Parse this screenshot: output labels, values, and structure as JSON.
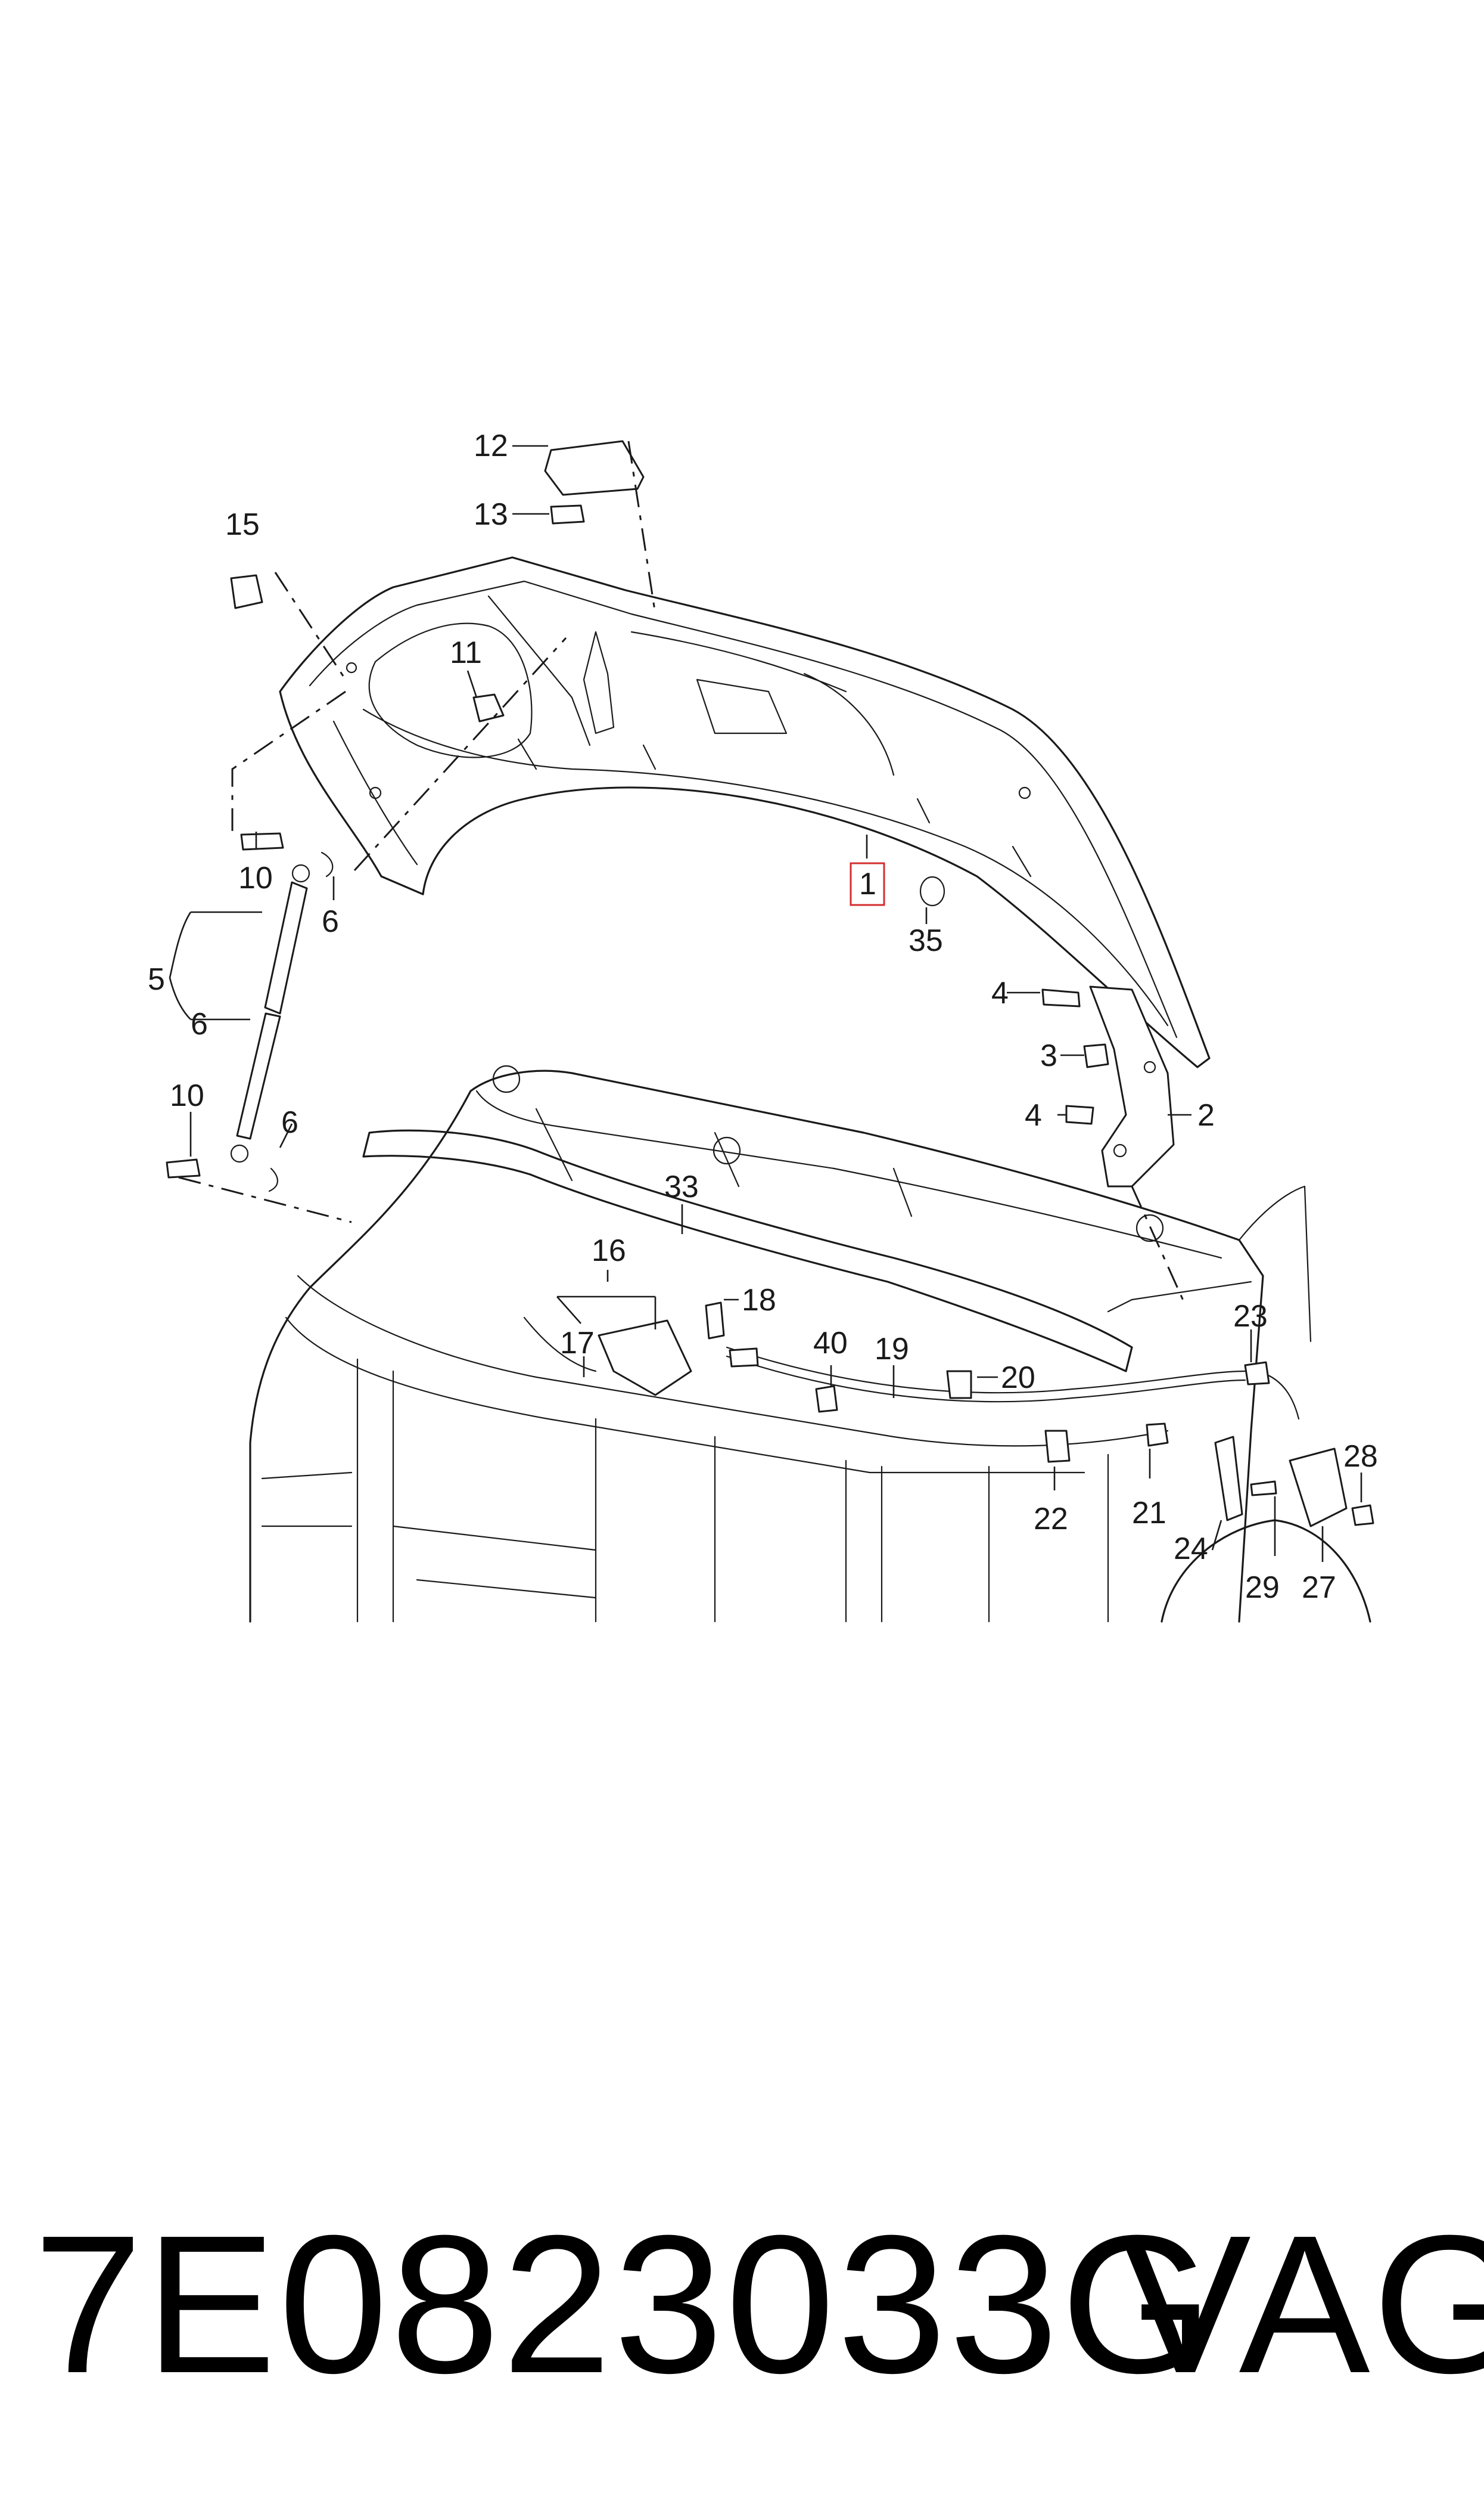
{
  "diagram": {
    "callouts": [
      "1",
      "2",
      "3",
      "4",
      "4",
      "5",
      "6",
      "6",
      "6",
      "10",
      "10",
      "11",
      "12",
      "13",
      "15",
      "16",
      "17",
      "18",
      "19",
      "20",
      "21",
      "22",
      "23",
      "24",
      "27",
      "28",
      "29",
      "33",
      "35",
      "40"
    ],
    "highlighted_callout": "1"
  },
  "caption": {
    "part_number": "7E0823033G",
    "brand": "VAG"
  }
}
